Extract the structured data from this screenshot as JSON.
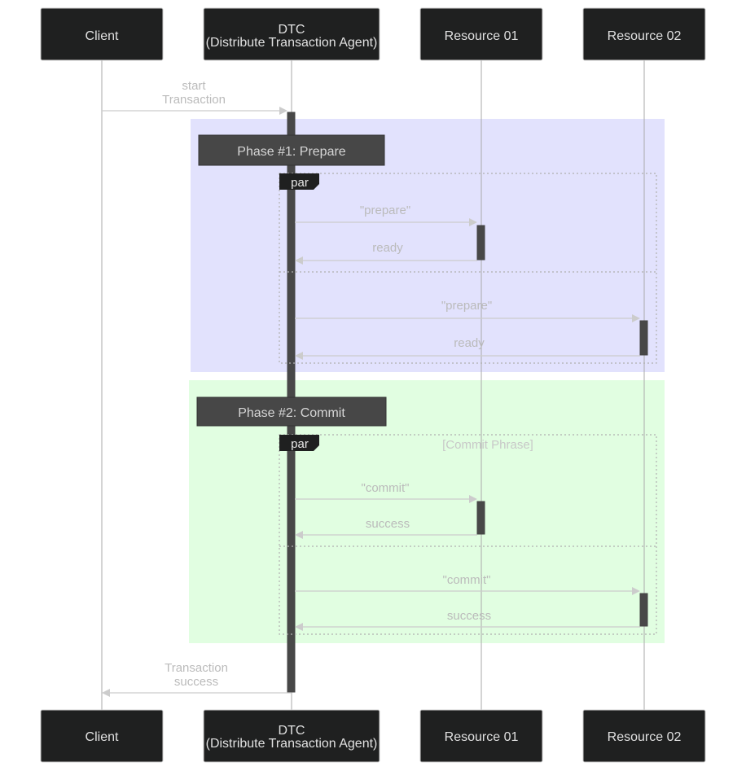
{
  "actors": [
    {
      "id": "client",
      "lines": [
        "Client"
      ]
    },
    {
      "id": "dtc",
      "lines": [
        "DTC",
        "(Distribute Transaction Agent)"
      ]
    },
    {
      "id": "r1",
      "lines": [
        "Resource 01"
      ]
    },
    {
      "id": "r2",
      "lines": [
        "Resource 02"
      ]
    }
  ],
  "messages": {
    "start": [
      "start",
      "Transaction"
    ],
    "prepare_r1": "\"prepare\"",
    "ready_r1": "ready",
    "prepare_r2": "\"prepare\"",
    "ready_r2": "ready",
    "commit_r1": "\"commit\"",
    "success_r1": "success",
    "commit_r2": "\"commit\"",
    "success_r2": "success",
    "end": [
      "Transaction",
      "success"
    ]
  },
  "phases": {
    "prepare": {
      "label": "Phase #1: Prepare",
      "color": "#e2e2fd"
    },
    "commit": {
      "label": "Phase #2: Commit",
      "color": "#e1fee1"
    }
  },
  "par_label": "par",
  "commit_condition": "[Commit Phrase]"
}
